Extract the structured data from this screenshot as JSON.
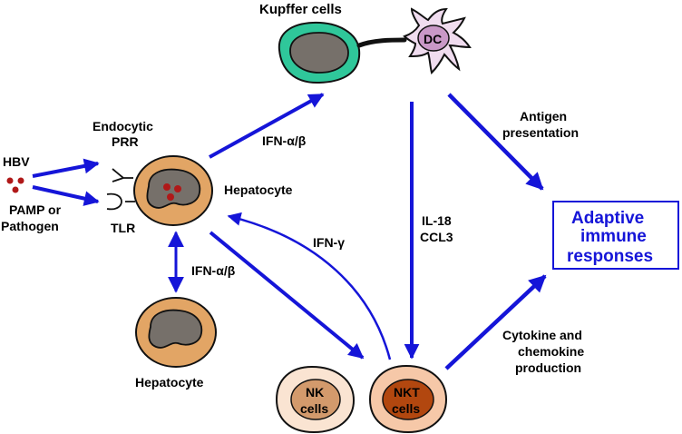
{
  "labels": {
    "kupffer": "Kupffer cells",
    "dc": "DC",
    "hbv": "HBV",
    "pamp_line1": "PAMP or",
    "pamp_line2": "Pathogen",
    "endocytic_line1": "Endocytic",
    "endocytic_line2": "PRR",
    "tlr": "TLR",
    "hepatocyte_main": "Hepatocyte",
    "hepatocyte_bottom": "Hepatocyte",
    "ifn_ab_top": "IFN-α/β",
    "ifn_ab_side": "IFN-α/β",
    "ifn_gamma": "IFN-γ",
    "il18": "IL-18",
    "ccl3": "CCL3",
    "antigen_line1": "Antigen",
    "antigen_line2": "presentation",
    "cytokine_line1": "Cytokine and",
    "cytokine_line2": "chemokine",
    "cytokine_line3": "production",
    "nk_line1": "NK",
    "nk_line2": "cells",
    "nkt_line1": "NKT",
    "nkt_line2": "cells"
  },
  "adaptive_box": {
    "line1": "Adaptive",
    "line2": "immune",
    "line3": "responses"
  },
  "colors": {
    "arrow": "#1515d8",
    "hepatocyte_fill": "#e2a565",
    "nucleus_fill": "#76706a",
    "kupffer_fill": "#2fc79a",
    "dc_fill": "#f0dcef",
    "dc_nucleus": "#c998c7",
    "nk_fill": "#fae4d2",
    "nk_nucleus": "#d39a6c",
    "nkt_fill": "#f6c8a8",
    "nkt_nucleus": "#b2470f",
    "virus": "#b01818"
  }
}
